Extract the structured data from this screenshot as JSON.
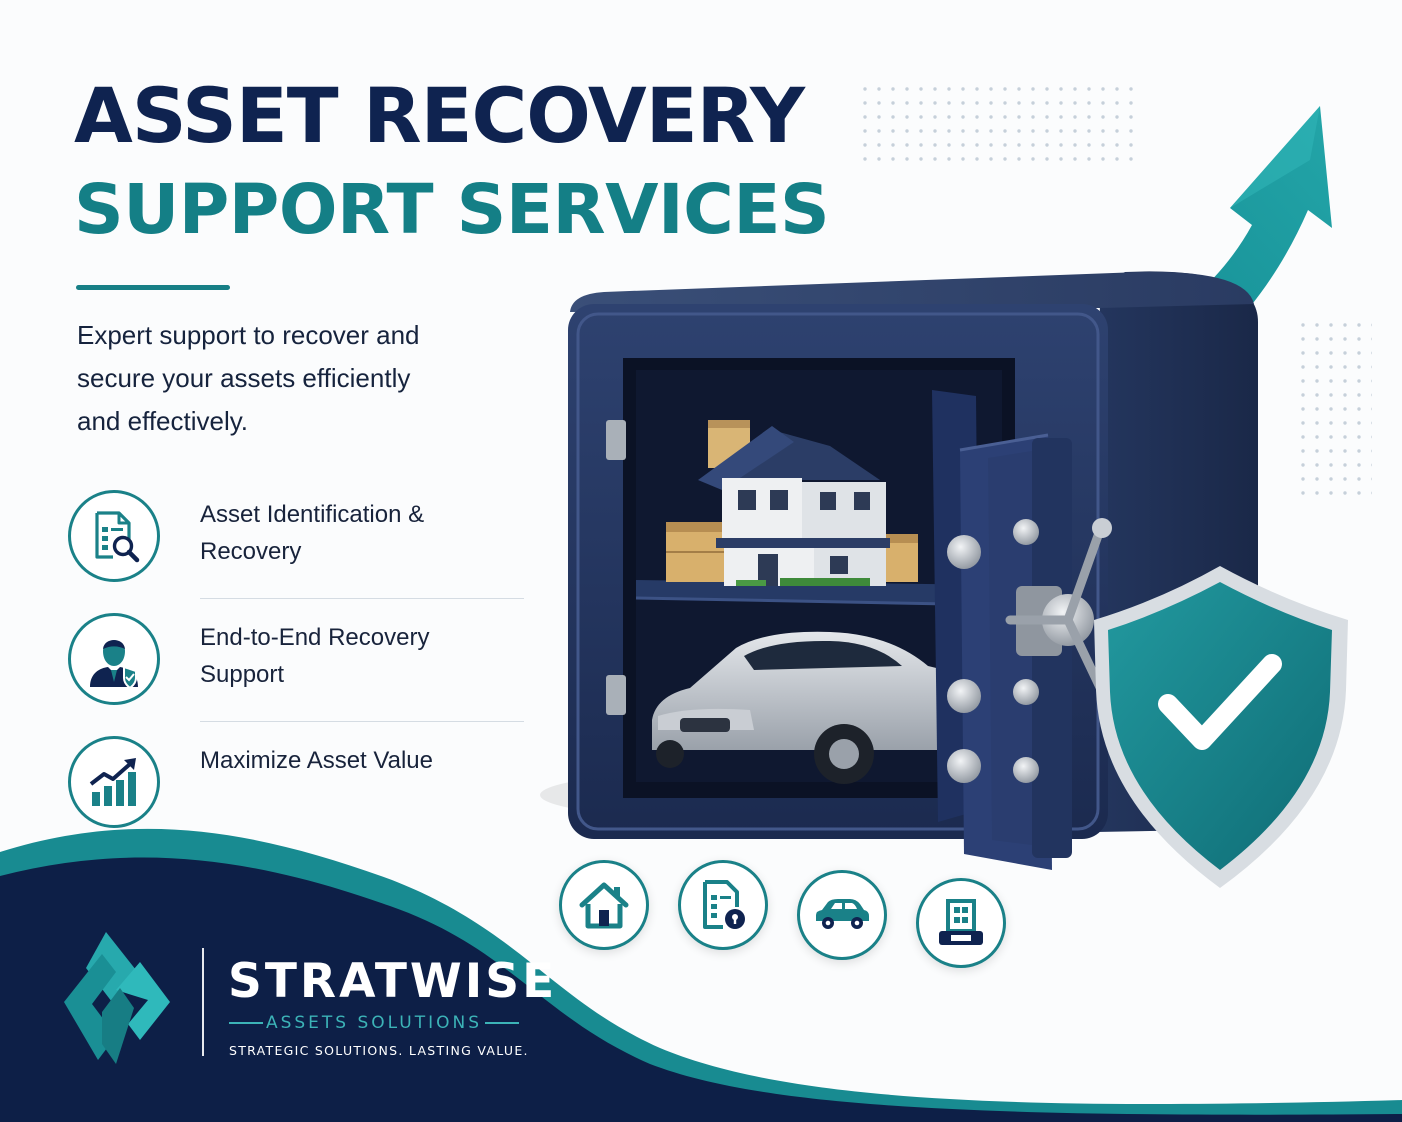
{
  "headline": {
    "line1": "ASSET RECOVERY",
    "line2": "SUPPORT SERVICES"
  },
  "intro": "Expert support to recover and secure your assets efficiently and effectively.",
  "features": [
    {
      "icon": "document-search-icon",
      "label": "Asset Identification & Recovery"
    },
    {
      "icon": "agent-shield-icon",
      "label": "End-to-End Recovery Support"
    },
    {
      "icon": "growth-chart-icon",
      "label": "Maximize Asset Value"
    }
  ],
  "illustration": {
    "items": [
      "safe",
      "house",
      "car",
      "up-arrow",
      "shield-check"
    ]
  },
  "asset_categories": [
    {
      "icon": "home-icon"
    },
    {
      "icon": "document-lock-icon"
    },
    {
      "icon": "car-icon"
    },
    {
      "icon": "building-icon"
    }
  ],
  "brand": {
    "name": "STRATWISE",
    "subtitle": "ASSETS SOLUTIONS",
    "tagline": "STRATEGIC SOLUTIONS. LASTING VALUE."
  },
  "colors": {
    "navy": "#0f2350",
    "teal": "#147f86",
    "footer_bg": "#0d1f47",
    "accent_teal": "#3cb3b7"
  }
}
